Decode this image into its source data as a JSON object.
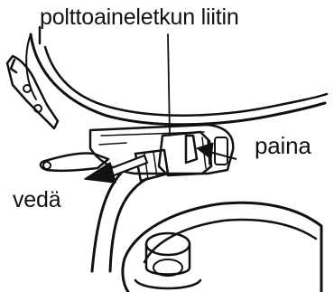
{
  "labels": {
    "fuel_line_connector": "polttoaineletkun liitin",
    "push": "paina",
    "pull": "vedä"
  }
}
